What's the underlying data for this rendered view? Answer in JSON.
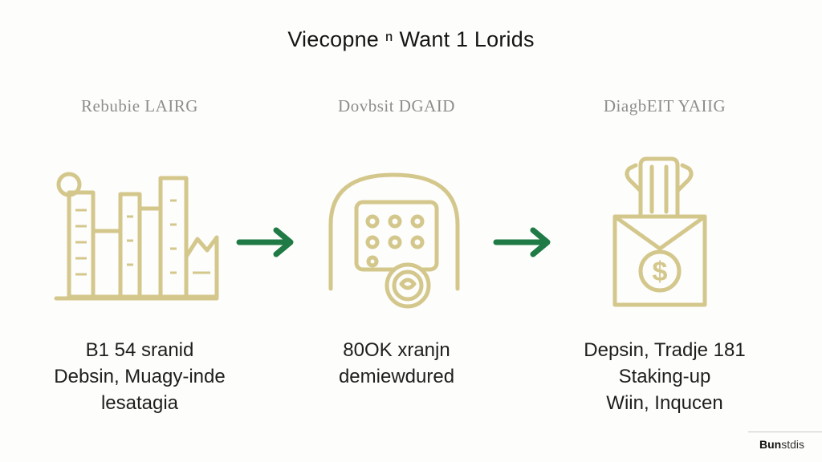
{
  "title": "Viecopne ⁿ Want 1 Lorids",
  "colors": {
    "gold": "#d4c78c",
    "arrow_green": "#1f7a45",
    "heading_gray": "#8d8d8d"
  },
  "steps": [
    {
      "heading": "Rebubie LAIRG",
      "icon": "city-buildings-icon",
      "lines": [
        "B1 54 sranid",
        "Debsin, Muagy-inde",
        "lesatagia"
      ]
    },
    {
      "heading": "Dovbsit DGAID",
      "icon": "calendar-coin-icon",
      "lines": [
        "80OK xranjn",
        "demiewdured"
      ]
    },
    {
      "heading": "DiagbEIT YAIIG",
      "icon": "dollar-envelope-icon",
      "lines": [
        "Depsin, Tradje 181",
        "Staking-up",
        "Wiin, Inqucen"
      ]
    }
  ],
  "arrows": [
    {
      "icon": "right-arrow-icon"
    },
    {
      "icon": "right-arrow-icon"
    }
  ],
  "watermark": {
    "bold": "Bun",
    "rest": "stdis"
  }
}
